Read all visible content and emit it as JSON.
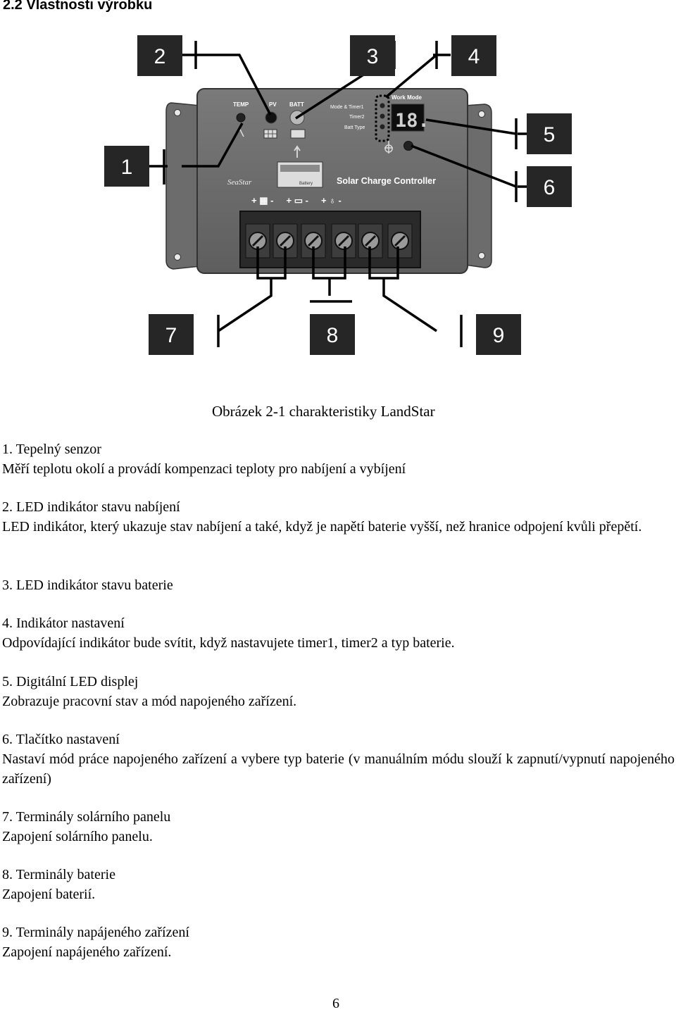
{
  "section_heading": "2.2 Vlastnosti výrobku",
  "figure": {
    "callouts": [
      "1",
      "2",
      "3",
      "4",
      "5",
      "6",
      "7",
      "8",
      "9"
    ],
    "panel": {
      "temp": "TEMP",
      "pv": "PV",
      "batt": "BATT",
      "mode1": "Mode & Timer1",
      "mode2": "Timer2",
      "mode3": "Batt Type",
      "work_mode": "Work Mode",
      "display": "18.",
      "brand": "SeaStar",
      "title": "Solar Charge Controller",
      "bottom_signs": "+ ▦ -     + ▭ -     + ♁ -",
      "battery_label": "Battery"
    }
  },
  "caption": "Obrázek 2-1 charakteristiky LandStar",
  "items": [
    {
      "title": "1. Tepelný senzor",
      "desc": "Měří teplotu okolí a provádí kompenzaci teploty pro nabíjení a vybíjení"
    },
    {
      "title": "2. LED indikátor stavu nabíjení",
      "desc": "LED indikátor, který ukazuje stav nabíjení a také, když je napětí baterie vyšší, než hranice odpojení kvůli přepětí."
    },
    {
      "title": "3. LED indikátor stavu baterie",
      "desc": ""
    },
    {
      "title": "4. Indikátor nastavení",
      "desc": "Odpovídající indikátor bude svítit, když nastavujete timer1, timer2 a typ baterie."
    },
    {
      "title": "5. Digitální LED displej",
      "desc": "Zobrazuje pracovní stav a mód napojeného zařízení."
    },
    {
      "title": "6. Tlačítko nastavení",
      "desc": "Nastaví mód práce napojeného zařízení a vybere typ baterie (v manuálním módu slouží k zapnutí/vypnutí napojeného zařízení)"
    },
    {
      "title": "7. Terminály solárního panelu",
      "desc": "Zapojení solárního panelu."
    },
    {
      "title": "8. Terminály baterie",
      "desc": "Zapojení baterií."
    },
    {
      "title": "9. Terminály napájeného zařízení",
      "desc": "Zapojení napájeného zařízení."
    }
  ],
  "page_number": "6"
}
